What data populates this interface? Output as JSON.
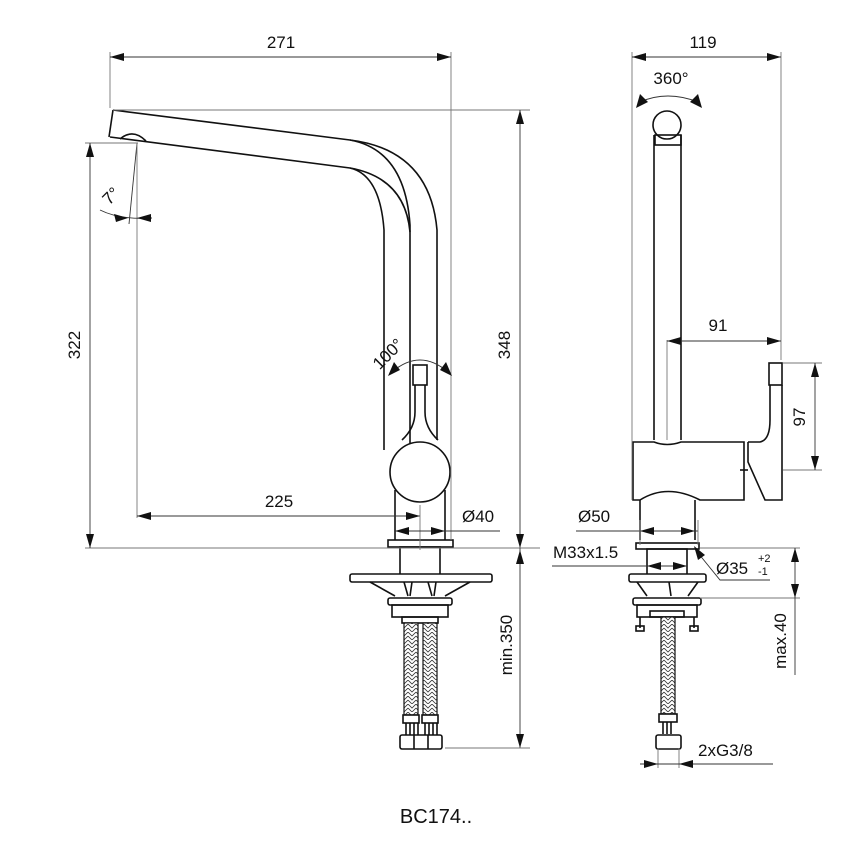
{
  "drawing": {
    "title": "Kitchen mixer technical drawing",
    "model_label": "BC174..",
    "line_color": "#111111",
    "background": "#ffffff"
  },
  "front_view": {
    "dimensions": {
      "total_reach": "271",
      "spout_reach_from_axis": "225",
      "outlet_height": "322",
      "total_height": "348",
      "body_diameter": "Ø40",
      "min_connection_length": "min.350",
      "spout_tilt_angle": "7°",
      "lever_rotation_angle": "100°"
    }
  },
  "side_view": {
    "dimensions": {
      "total_width": "119",
      "spout_rotation_angle": "360°",
      "lever_offset": "91",
      "lever_height": "97",
      "base_diameter": "Ø50",
      "thread": "M33x1.5",
      "hole_diameter": "Ø35",
      "hole_tolerance_upper": "+2",
      "hole_tolerance_lower": "-1",
      "max_deck_thickness": "max.40",
      "connection_thread": "2xG3/8"
    }
  }
}
